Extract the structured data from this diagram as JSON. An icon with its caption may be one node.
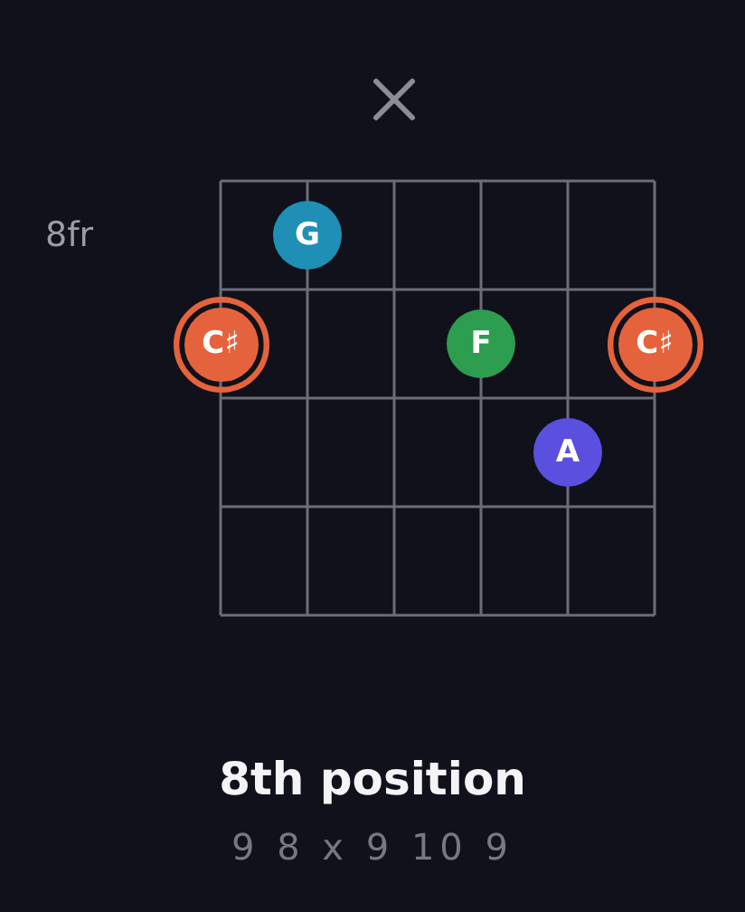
{
  "diagram": {
    "caption": "8th position",
    "nodes": [
      {
        "text": [
          "G"
        ]
      },
      {
        "text": [
          "C♯"
        ]
      },
      {
        "text": [
          "F"
        ]
      },
      {
        "text": [
          "C♯"
        ]
      },
      {
        "text": [
          "A"
        ]
      }
    ],
    "labels": [
      "8fr",
      "9 8 x 9 10 9"
    ]
  }
}
